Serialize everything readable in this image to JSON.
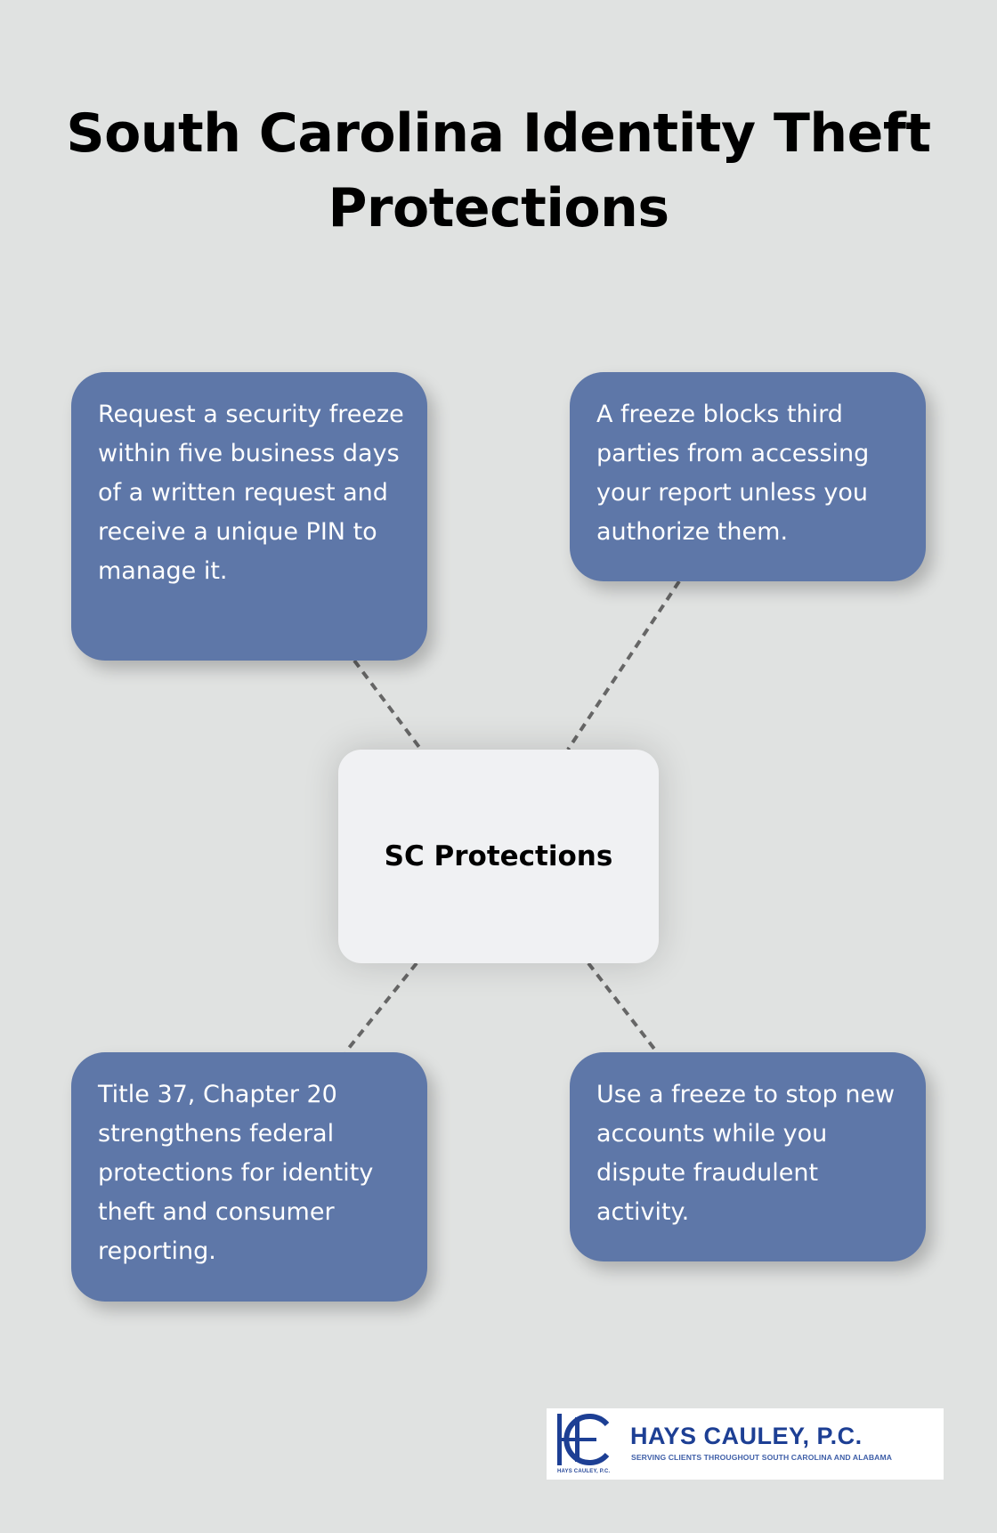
{
  "title": "South Carolina Identity Theft Protections",
  "center_node": {
    "label": "SC Protections"
  },
  "nodes": [
    {
      "position": "top-left",
      "text": "Request a security freeze within five business days of a written request and receive a unique PIN to manage it."
    },
    {
      "position": "top-right",
      "text": "A freeze blocks third parties from accessing your report unless you authorize them."
    },
    {
      "position": "bottom-left",
      "text": "Title 37, Chapter 20 strengthens federal protections for identity theft and consumer reporting."
    },
    {
      "position": "bottom-right",
      "text": "Use a freeze to stop new accounts while you dispute fraudulent activity."
    }
  ],
  "logo": {
    "mark": "HC",
    "name": "HAYS CAULEY, P.C.",
    "tagline": "SERVING CLIENTS THROUGHOUT SOUTH CAROLINA AND ALABAMA",
    "small_caption": "HAYS CAULEY, P.C."
  },
  "colors": {
    "background": "#e0e2e1",
    "node_fill": "#5e77a8",
    "center_fill": "#f0f1f3",
    "connector": "#666666",
    "logo_blue": "#1d3f94"
  }
}
